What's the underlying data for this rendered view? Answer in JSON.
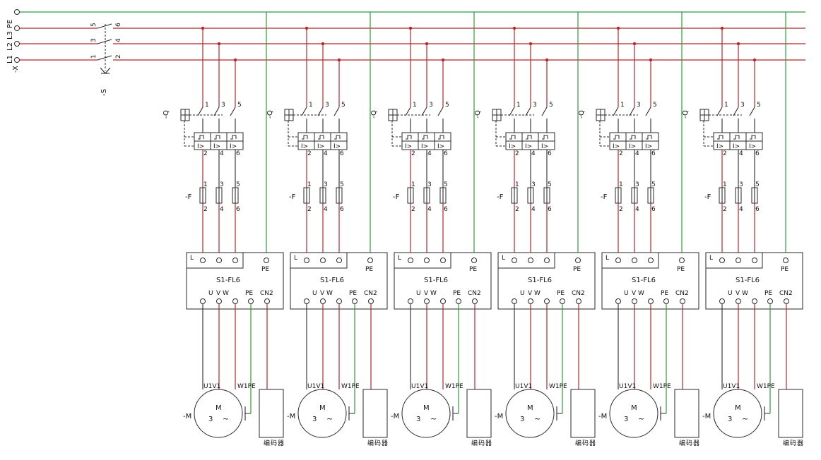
{
  "supply": {
    "designation": "-X",
    "terminals": [
      "L1",
      "L2",
      "L3",
      "PE"
    ]
  },
  "main_switch": {
    "designation": "-S",
    "pins": [
      "1",
      "2",
      "3",
      "4",
      "5",
      "6"
    ]
  },
  "branch_count": 6,
  "breaker": {
    "designation": "-Q",
    "top_pins": [
      "1",
      "3",
      "5"
    ],
    "bottom_pins": [
      "2",
      "4",
      "6"
    ],
    "trip_symbol": "I>"
  },
  "fuse": {
    "designation": "-F",
    "top_pins": [
      "1",
      "3",
      "5"
    ],
    "bottom_pins": [
      "2",
      "4",
      "6"
    ]
  },
  "drive": {
    "model": "S1-FL6",
    "input_label": "L",
    "pe_label": "PE",
    "output_labels": [
      "U",
      "V",
      "W"
    ],
    "out_pe_label": "PE",
    "encoder_port": "CN2"
  },
  "motor": {
    "designation": "-M",
    "letter": "M",
    "phases": "3",
    "ac_symbol": "~",
    "terminals": [
      "U1",
      "V1",
      "W1",
      "PE"
    ]
  },
  "encoder": {
    "label": "编码器"
  },
  "colors": {
    "line_phase": "#b2272d",
    "line_pe": "#2e9d3a",
    "line_black": "#2a2a2a"
  }
}
